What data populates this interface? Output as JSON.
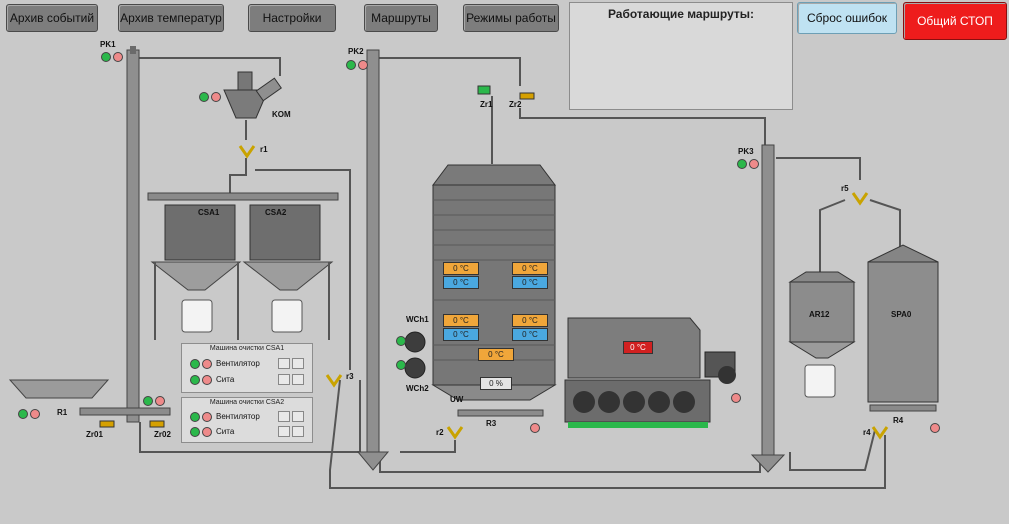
{
  "toolbar": {
    "events_archive": "Архив событий",
    "temperature_archive": "Архив температур",
    "settings": "Настройки",
    "routes": "Маршруты",
    "work_modes": "Режимы работы",
    "reset_errors": "Сброс ошибок",
    "global_stop": "Общий СТОП"
  },
  "routes_panel": {
    "title": "Работающие маршруты:"
  },
  "labels": {
    "pk1": "PK1",
    "pk2": "PK2",
    "pk3": "PK3",
    "kom": "KOM",
    "r1": "r1",
    "r2": "r2",
    "r3": "r3",
    "r4": "r4",
    "r5": "r5",
    "csa1": "CSA1",
    "csa2": "CSA2",
    "zr1": "Zr1",
    "zr2": "Zr2",
    "zr01": "Zr01",
    "zr02": "Zr02",
    "R1": "R1",
    "R3": "R3",
    "R4": "R4",
    "wch1": "WCh1",
    "wch2": "WCh2",
    "uw": "UW",
    "ar12": "AR12",
    "spa0": "SPA0"
  },
  "dryer": {
    "temps": [
      {
        "value": "0 °C",
        "color": "#f0a63a"
      },
      {
        "value": "0 °C",
        "color": "#4aa8e0"
      },
      {
        "value": "0 °C",
        "color": "#f0a63a"
      },
      {
        "value": "0 °C",
        "color": "#4aa8e0"
      },
      {
        "value": "0 °C",
        "color": "#f0a63a"
      },
      {
        "value": "0 °C",
        "color": "#4aa8e0"
      },
      {
        "value": "0 °C",
        "color": "#f0a63a"
      },
      {
        "value": "0 °C",
        "color": "#4aa8e0"
      },
      {
        "value": "0 °C",
        "color": "#f0a63a"
      }
    ],
    "burner_temp": "0 °C",
    "level": "0 %"
  },
  "cleaning_panels": [
    {
      "title": "Машина очистки CSA1",
      "row1": "Вентилятор",
      "row2": "Сита"
    },
    {
      "title": "Машина очистки CSA2",
      "row1": "Вентилятор",
      "row2": "Сита"
    }
  ],
  "colors": {
    "accent_red": "#ee1c1c",
    "reset_blue": "#bfe2f2",
    "run_green": "#2bb84b",
    "alarm_pink": "#ee8a8a"
  }
}
